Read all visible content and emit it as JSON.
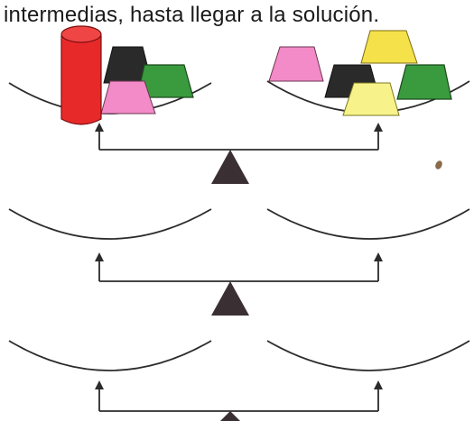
{
  "heading": {
    "text": "intermedias, hasta llegar a la solución."
  },
  "colors": {
    "cylinder": "#e8292a",
    "black_weight": "#2a2a2a",
    "green_weight": "#3a9a3e",
    "pink_weight": "#f28bc7",
    "yellow_weight": "#f5e24a",
    "light_yellow_weight": "#f8f28a",
    "fulcrum": "#3a2f33",
    "line": "#2b2b2b"
  },
  "balances": [
    {
      "label": "balance-1",
      "left_pan": [
        "red-cylinder",
        "black-trapezoid",
        "green-trapezoid",
        "pink-trapezoid"
      ],
      "right_pan": [
        "pink-trapezoid",
        "yellow-trapezoid",
        "black-trapezoid",
        "green-trapezoid",
        "light-yellow-trapezoid"
      ]
    },
    {
      "label": "balance-2",
      "left_pan": [],
      "right_pan": []
    },
    {
      "label": "balance-3",
      "left_pan": [],
      "right_pan": []
    }
  ]
}
